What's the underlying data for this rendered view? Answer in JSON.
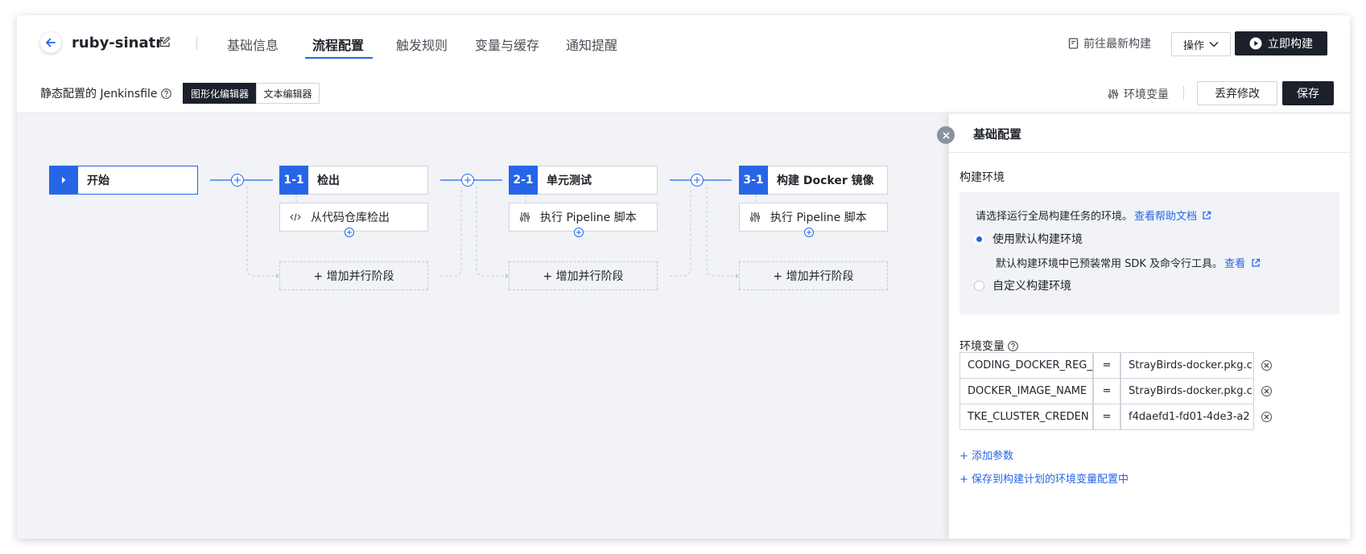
{
  "header": {
    "project_name": "ruby-sinatr",
    "tabs": [
      {
        "label": "基础信息"
      },
      {
        "label": "流程配置"
      },
      {
        "label": "触发规则"
      },
      {
        "label": "变量与缓存"
      },
      {
        "label": "通知提醒"
      }
    ],
    "active_tab": "流程配置",
    "latest_build_link": "前往最新构建",
    "ops_label": "操作",
    "build_now_label": "立即构建"
  },
  "subbar": {
    "static_config_label": "静态配置的 Jenkinsfile",
    "graphical_editor": "图形化编辑器",
    "text_editor": "文本编辑器",
    "env_vars_link": "环境变量",
    "discard_label": "丢弃修改",
    "save_label": "保存"
  },
  "pipeline": {
    "start_label": "开始",
    "stages": [
      {
        "num": "1-1",
        "name": "检出",
        "step": "从代码仓库检出",
        "step_icon": "code-icon"
      },
      {
        "num": "2-1",
        "name": "单元测试",
        "step": "执行 Pipeline 脚本",
        "step_icon": "sliders-icon"
      },
      {
        "num": "3-1",
        "name": "构建 Docker 镜像",
        "step": "执行 Pipeline 脚本",
        "step_icon": "sliders-icon"
      }
    ],
    "add_parallel_label": "+ 增加并行阶段"
  },
  "panel": {
    "title": "基础配置",
    "build_env_label": "构建环境",
    "env_desc": "请选择运行全局构建任务的环境。",
    "help_doc_link": "查看帮助文档",
    "radio_default": "使用默认构建环境",
    "default_desc": "默认构建环境中已预装常用 SDK 及命令行工具。",
    "view_link": "查看",
    "radio_custom": "自定义构建环境",
    "selected_env": "使用默认构建环境",
    "env_vars_label": "环境变量",
    "variables": [
      {
        "key": "CODING_DOCKER_REG_",
        "eq": "=",
        "value": "StrayBirds-docker.pkg.c"
      },
      {
        "key": "DOCKER_IMAGE_NAME",
        "eq": "=",
        "value": "StrayBirds-docker.pkg.c"
      },
      {
        "key": "TKE_CLUSTER_CREDEN",
        "eq": "=",
        "value": "f4daefd1-fd01-4de3-a2"
      }
    ],
    "add_param_link": "+ 添加参数",
    "save_to_plan_link": "+ 保存到构建计划的环境变量配置中"
  },
  "colors": {
    "accent": "#2665e8",
    "dark_button": "#1b202a",
    "canvas_bg": "#f1f3f6"
  }
}
